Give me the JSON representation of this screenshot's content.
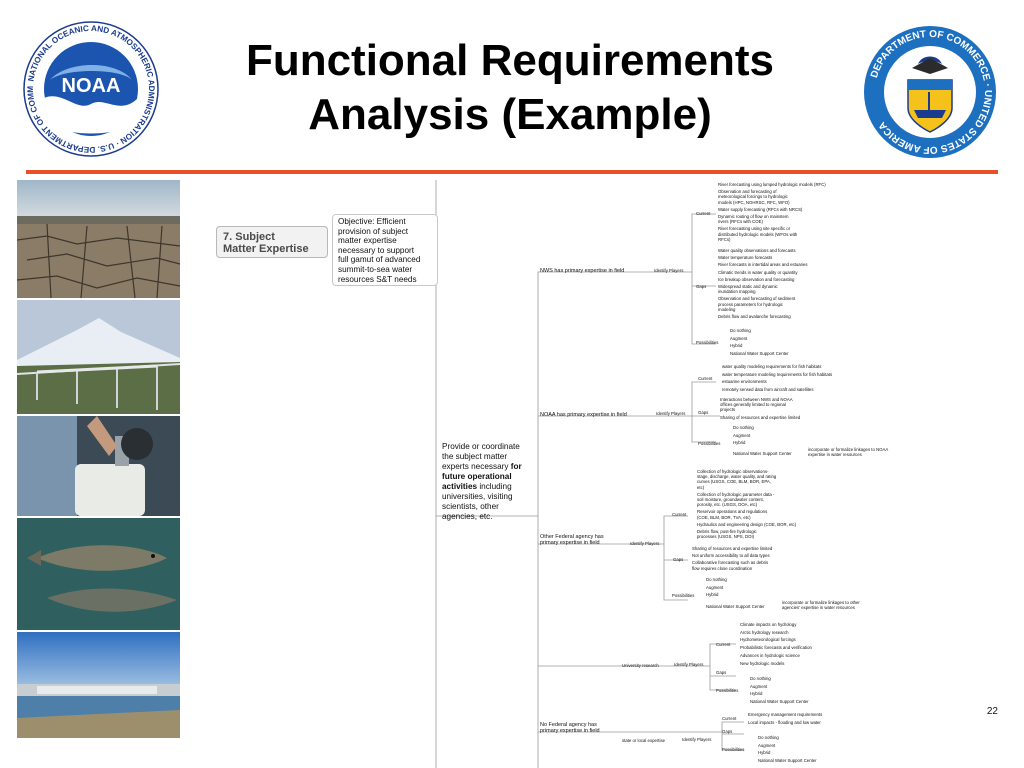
{
  "slide": {
    "title_line1": "Functional Requirements",
    "title_line2": "Analysis (Example)",
    "page_number": "22",
    "accent_color": "#e8502a"
  },
  "logos": {
    "noaa": {
      "text": "NOAA",
      "ring_text": "NATIONAL OCEANIC AND ATMOSPHERIC ADMINISTRATION · U.S. DEPARTMENT OF COMMERCE"
    },
    "doc": {
      "ring_text": "DEPARTMENT OF COMMERCE · UNITED STATES OF AMERICA"
    }
  },
  "photos": [
    "cracked-earth-photo",
    "irrigation-mountain-photo",
    "water-jug-tap-photo",
    "salmon-underwater-photo",
    "dam-river-photo"
  ],
  "mindmap": {
    "section_label": "7. Subject\nMatter Expertise",
    "objective": "Objective:  Efficient\nprovision of subject\nmatter expertise\nnecessary to support\nfull gamut of advanced\nsummit-to-sea water\nresources S&T needs",
    "provide_pre": "Provide or coordinate\nthe subject matter\nexperts necessary ",
    "provide_bold": "for\nfuture operational\nactivities",
    "provide_post": " including\nuniversities, visiting\nscientists, other\nagencies, etc.",
    "nws": {
      "label": "NWS has primary expertise in field",
      "identify": "Identify Players",
      "current": "Current",
      "current_items": [
        "River forecasting using lumped hydrologic models (RFC)",
        "Observation and forecasting of\nmeteorological forcings to hydrologic\nmodels (HPC, NOHRSC, RFC, WFO)",
        "Water supply forecasting (RFCs with NRCS)",
        "Dynamic routing of flow on mainstem\nrivers (RFCs with COE)",
        "River forecasting using site specific or\ndistributed hydrologic models (WFOs with\nRFCs)"
      ],
      "gaps": "Gaps",
      "gaps_items": [
        "Water quality observations and forecasts",
        "Water temperature forecasts",
        "River forecasts in intertidal areas and estuaries",
        "Climatic trends in water quality or quantity",
        "Ice breakup observation and forecasting",
        "Widespread static and dynamic\ninundation mapping",
        "Observation and forecasting of sediment\nprocess parameters for hydrologic\nmodeling",
        "Debris flow and avalanche forecasting"
      ],
      "possibilities": "Possibilities",
      "possibilities_items": [
        "Do nothing",
        "Augment",
        "Hybrid",
        "National Water Support Center"
      ]
    },
    "noaa": {
      "label": "NOAA has primary expertise in field",
      "identify": "Identify Players",
      "current": "Current",
      "current_items": [
        "water quality modeling requirements for fish habitats",
        "water temperature modeling requirements for fish habitats",
        "estuarine environments",
        "remotely sensed data from aircraft and satellites"
      ],
      "gaps": "Gaps",
      "gaps_items": [
        "Interactions between NWS and NOAA\noffices generally limited to regional\nprojects",
        "Sharing of resources and expertise limited"
      ],
      "possibilities": "Possibilities",
      "possibilities_items": [
        "Do nothing",
        "Augment",
        "Hybrid",
        "National Water Support Center"
      ],
      "nwsc_note": "incorporate or formalize linkages to NOAA\nexpertise in water resources"
    },
    "other_federal": {
      "label": "Other Federal agency has\nprimary expertise in field",
      "identify": "Identify Players",
      "current": "Current",
      "current_items": [
        "Collection of hydrologic observations-\nstage, discharge, water quality, and rating\ncurves (USGS, COE, BLM, BOR, EPA,\netc)",
        "Collection of hydrologic parameter data -\nsoil moisture, groundwater content,\nporosity, etc. (USGS, DOA, etc)",
        "Reservoir operations and regulations\n(COE, BLM, BOR, TVA, etc)",
        "Hydraulics and engineering design (COE, BOR, etc)",
        "Debris flow, post-fire hydrologic\nprocesses (USGS, NPS, DOI)"
      ],
      "gaps": "Gaps",
      "gaps_items": [
        "Sharing of resources and expertise limited",
        "Not uniform accessibility to all data types",
        "Collaborative forecasting such as debris\nflow requires close coordination"
      ],
      "possibilities": "Possibilities",
      "possibilities_items": [
        "Do nothing",
        "Augment",
        "Hybrid",
        "National Water Support Center"
      ],
      "nwsc_note": "incorporate or formalize linkages to other\nagencies' expertise in water resources"
    },
    "no_federal": {
      "label": "No Federal agency has\nprimary expertise in field",
      "university": {
        "label": "University research",
        "identify": "Identify Players",
        "current": "Current",
        "current_items": [
          "Climate impacts on hydrology",
          "Arctic hydrology research",
          "Hydrometeorological forcings",
          "Probabilistic forecasts and verification",
          "Advances in hydrologic science",
          "New hydrologic models"
        ],
        "gaps": "Gaps",
        "possibilities": "Possibilities",
        "possibilities_items": [
          "Do nothing",
          "Augment",
          "Hybrid",
          "National Water Support Center"
        ]
      },
      "state": {
        "label": "state or local expertise",
        "identify": "Identify Players",
        "current": "Current",
        "current_items": [
          "Emergency management requirements",
          "Local impacts - flooding and low water"
        ],
        "gaps": "Gaps",
        "possibilities": "Possibilities",
        "possibilities_items": [
          "Do nothing",
          "Augment",
          "Hybrid",
          "National Water Support Center"
        ]
      }
    }
  }
}
